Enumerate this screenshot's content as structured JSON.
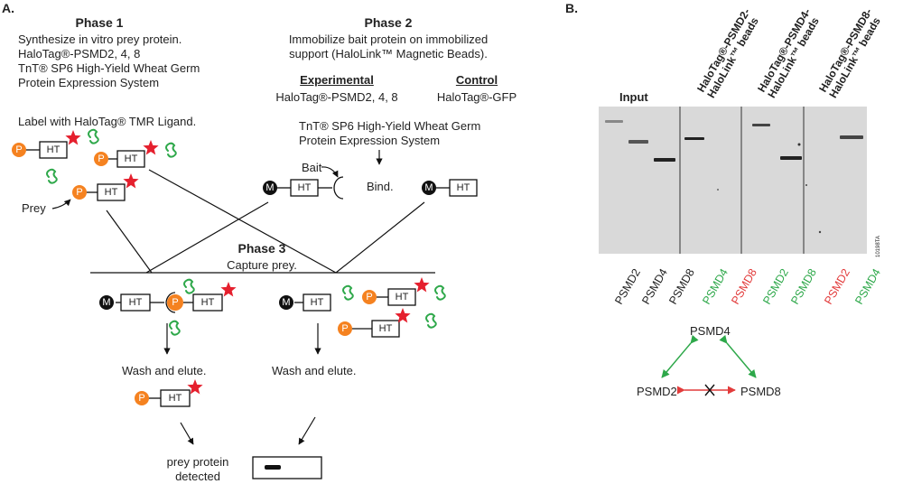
{
  "panel_a": {
    "label": "A.",
    "phase1": {
      "title": "Phase 1",
      "lines": [
        "Synthesize in vitro prey protein.",
        "HaloTag®-PSMD2, 4, 8",
        "TnT® SP6 High-Yield Wheat Germ",
        "Protein Expression System"
      ],
      "label_step": "Label with HaloTag® TMR Ligand.",
      "prey_label": "Prey"
    },
    "phase2": {
      "title": "Phase 2",
      "lines": [
        "Immobilize bait protein on immobilized",
        "support (HaloLink™ Magnetic Beads)."
      ],
      "experimental": {
        "heading": "Experimental",
        "text": "HaloTag®-PSMD2, 4, 8"
      },
      "control": {
        "heading": "Control",
        "text": "HaloTag®-GFP"
      },
      "system_lines": [
        "TnT® SP6 High-Yield Wheat Germ",
        "Protein Expression System"
      ],
      "bait_label": "Bait",
      "bind_label": "Bind."
    },
    "phase3": {
      "title": "Phase 3",
      "subtitle": "Capture prey.",
      "wash_left": "Wash and elute.",
      "wash_right": "Wash and elute.",
      "detected_lines": [
        "prey protein",
        "detected"
      ]
    },
    "glyphs": {
      "prey": "P",
      "tag": "HT",
      "bead": "M"
    }
  },
  "panel_b": {
    "label": "B.",
    "input_label": "Input",
    "column_headers": [
      [
        "HaloTag®-PSMD2-",
        "HaloLink™ beads"
      ],
      [
        "HaloTag®-PSMD4-",
        "HaloLink™ beads"
      ],
      [
        "HaloTag®-PSMD8-",
        "HaloLink™ beads"
      ]
    ],
    "lanes": [
      {
        "label": "PSMD2",
        "color": "#222222"
      },
      {
        "label": "PSMD4",
        "color": "#222222"
      },
      {
        "label": "PSMD8",
        "color": "#222222"
      },
      {
        "label": "PSMD4",
        "color": "#2ea84a"
      },
      {
        "label": "PSMD8",
        "color": "#e23b3b"
      },
      {
        "label": "PSMD2",
        "color": "#2ea84a"
      },
      {
        "label": "PSMD8",
        "color": "#2ea84a"
      },
      {
        "label": "PSMD2",
        "color": "#e23b3b"
      },
      {
        "label": "PSMD4",
        "color": "#2ea84a"
      }
    ],
    "figure_code": "10198TA",
    "network": {
      "top": "PSMD4",
      "left": "PSMD2",
      "right": "PSMD8"
    }
  },
  "colors": {
    "prey_orange": "#f58220",
    "star_red": "#e5202e",
    "ligand_green": "#2ea84a",
    "interaction_green": "#2ea84a",
    "no_interaction_red": "#e23b3b",
    "gel_background": "#d9d9d9"
  },
  "icons": [
    "red-star-icon",
    "green-ligand-icon",
    "magnetic-bead-icon",
    "prey-circle-icon",
    "halotag-box-icon"
  ]
}
